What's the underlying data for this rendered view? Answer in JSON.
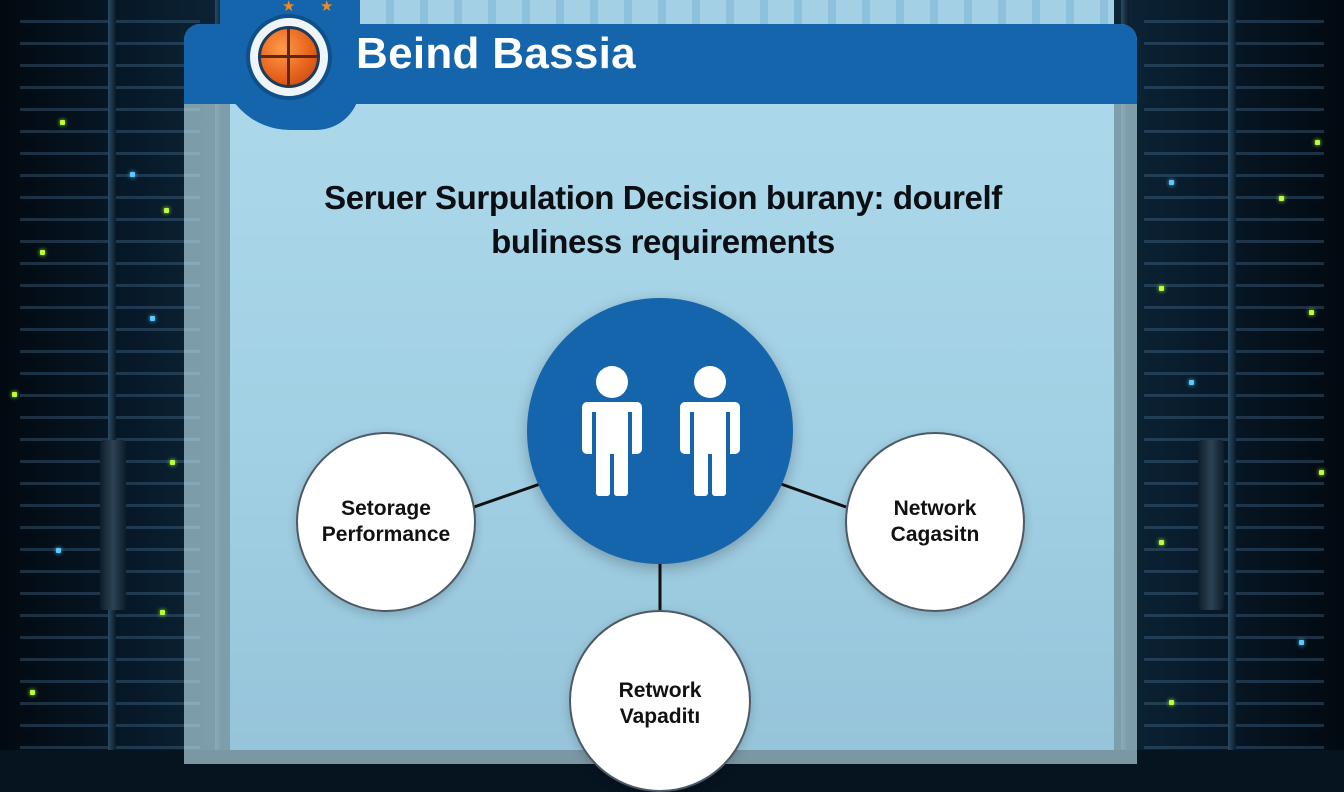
{
  "header": {
    "brand_name": "Beind Bassia",
    "logo_icon": "basketball-logo-icon"
  },
  "heading": {
    "line1": "Seruer Surpulation Decision burany: dourelf",
    "line2": "buliness requirements"
  },
  "diagram": {
    "center_icon": "two-people-icon",
    "nodes": [
      {
        "id": "left",
        "line1": "Setorage",
        "line2": "Performance"
      },
      {
        "id": "right",
        "line1": "Network",
        "line2": "Cagasitn"
      },
      {
        "id": "bottom",
        "line1": "Retwork",
        "line2": "Vapaditı"
      }
    ]
  },
  "colors": {
    "brand_blue": "#1565ac",
    "node_fill": "#ffffff",
    "connector": "#111111",
    "logo_orange": "#e8641c"
  }
}
